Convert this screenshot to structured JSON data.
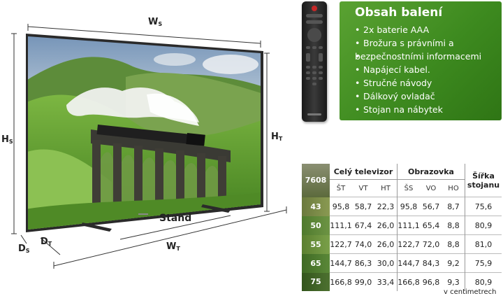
{
  "diagram": {
    "labels": {
      "ws": {
        "main": "W",
        "sub": "S"
      },
      "hs": {
        "main": "H",
        "sub": "S"
      },
      "ht": {
        "main": "H",
        "sub": "T"
      },
      "ds": {
        "main": "D",
        "sub": "S"
      },
      "dt": {
        "main": "D",
        "sub": "T"
      },
      "wt": {
        "main": "W",
        "sub": "T"
      }
    },
    "stand": "Stand"
  },
  "contents": {
    "title": "Obsah balení",
    "items": [
      "2x baterie AAA",
      "Brožura s právními a",
      "bezpečnostními informacemi",
      "Napájecí kabel.",
      "Stručné návody",
      "Dálkový ovladač",
      "Stojan na nábytek"
    ]
  },
  "table": {
    "model": "7608",
    "group1": "Celý televizor",
    "group2": "Obrazovka",
    "width_stand": [
      "Šířka",
      "stojanu"
    ],
    "columns": [
      "ŠT",
      "VT",
      "HT",
      "ŠS",
      "VO",
      "HO"
    ],
    "rows": [
      {
        "size": "43",
        "values": [
          "95,8",
          "58,7",
          "22,3",
          "95,8",
          "56,7",
          "8,7",
          "75,6"
        ]
      },
      {
        "size": "50",
        "values": [
          "111,1",
          "67,4",
          "26,0",
          "111,1",
          "65,4",
          "8,8",
          "80,9"
        ]
      },
      {
        "size": "55",
        "values": [
          "122,7",
          "74,0",
          "26,0",
          "122,7",
          "72,0",
          "8,8",
          "81,0"
        ]
      },
      {
        "size": "65",
        "values": [
          "144,7",
          "86,3",
          "30,0",
          "144,7",
          "84,3",
          "9,2",
          "75,9"
        ]
      },
      {
        "size": "75",
        "values": [
          "166,8",
          "99,0",
          "33,4",
          "166,8",
          "96,8",
          "9,3",
          "80,9"
        ]
      }
    ],
    "footnote": "v centimetrech"
  }
}
